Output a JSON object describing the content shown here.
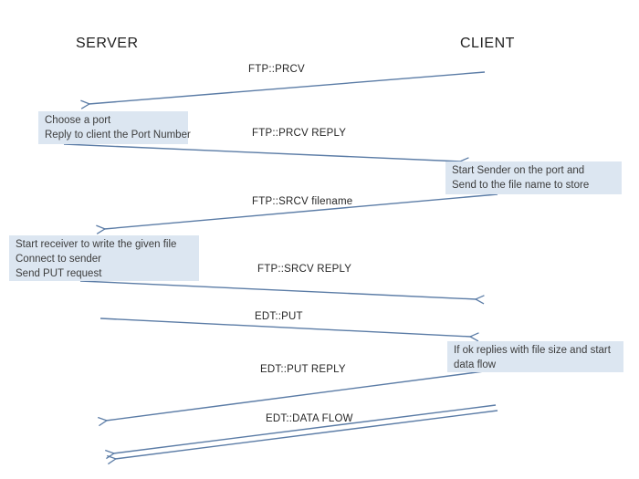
{
  "diagram": {
    "actors": {
      "left": "SERVER",
      "right": "CLIENT"
    },
    "messages": [
      {
        "label": "FTP::PRCV",
        "from": "client",
        "to": "server",
        "style": "single"
      },
      {
        "label": "FTP::PRCV REPLY",
        "from": "server",
        "to": "client",
        "style": "single"
      },
      {
        "label": "FTP::SRCV filename",
        "from": "client",
        "to": "server",
        "style": "single"
      },
      {
        "label": "FTP::SRCV REPLY",
        "from": "server",
        "to": "client",
        "style": "single"
      },
      {
        "label": "EDT::PUT",
        "from": "server",
        "to": "client",
        "style": "single"
      },
      {
        "label": "EDT::PUT REPLY",
        "from": "client",
        "to": "server",
        "style": "single"
      },
      {
        "label": "EDT::DATA FLOW",
        "from": "client",
        "to": "server",
        "style": "double"
      }
    ],
    "notes": [
      {
        "side": "server",
        "lines": [
          "Choose a port",
          "Reply to client the Port Number"
        ]
      },
      {
        "side": "client",
        "lines": [
          "Start Sender on the port and",
          "Send to the file name to store"
        ]
      },
      {
        "side": "server",
        "lines": [
          "Start receiver to write the given file",
          "Connect to sender",
          "Send PUT request"
        ]
      },
      {
        "side": "client",
        "lines": [
          "If ok replies with file size and start",
          "data flow"
        ]
      }
    ],
    "colors": {
      "arrow": "#5b7ca6",
      "note_background": "#dce6f1",
      "text": "#262626"
    }
  }
}
